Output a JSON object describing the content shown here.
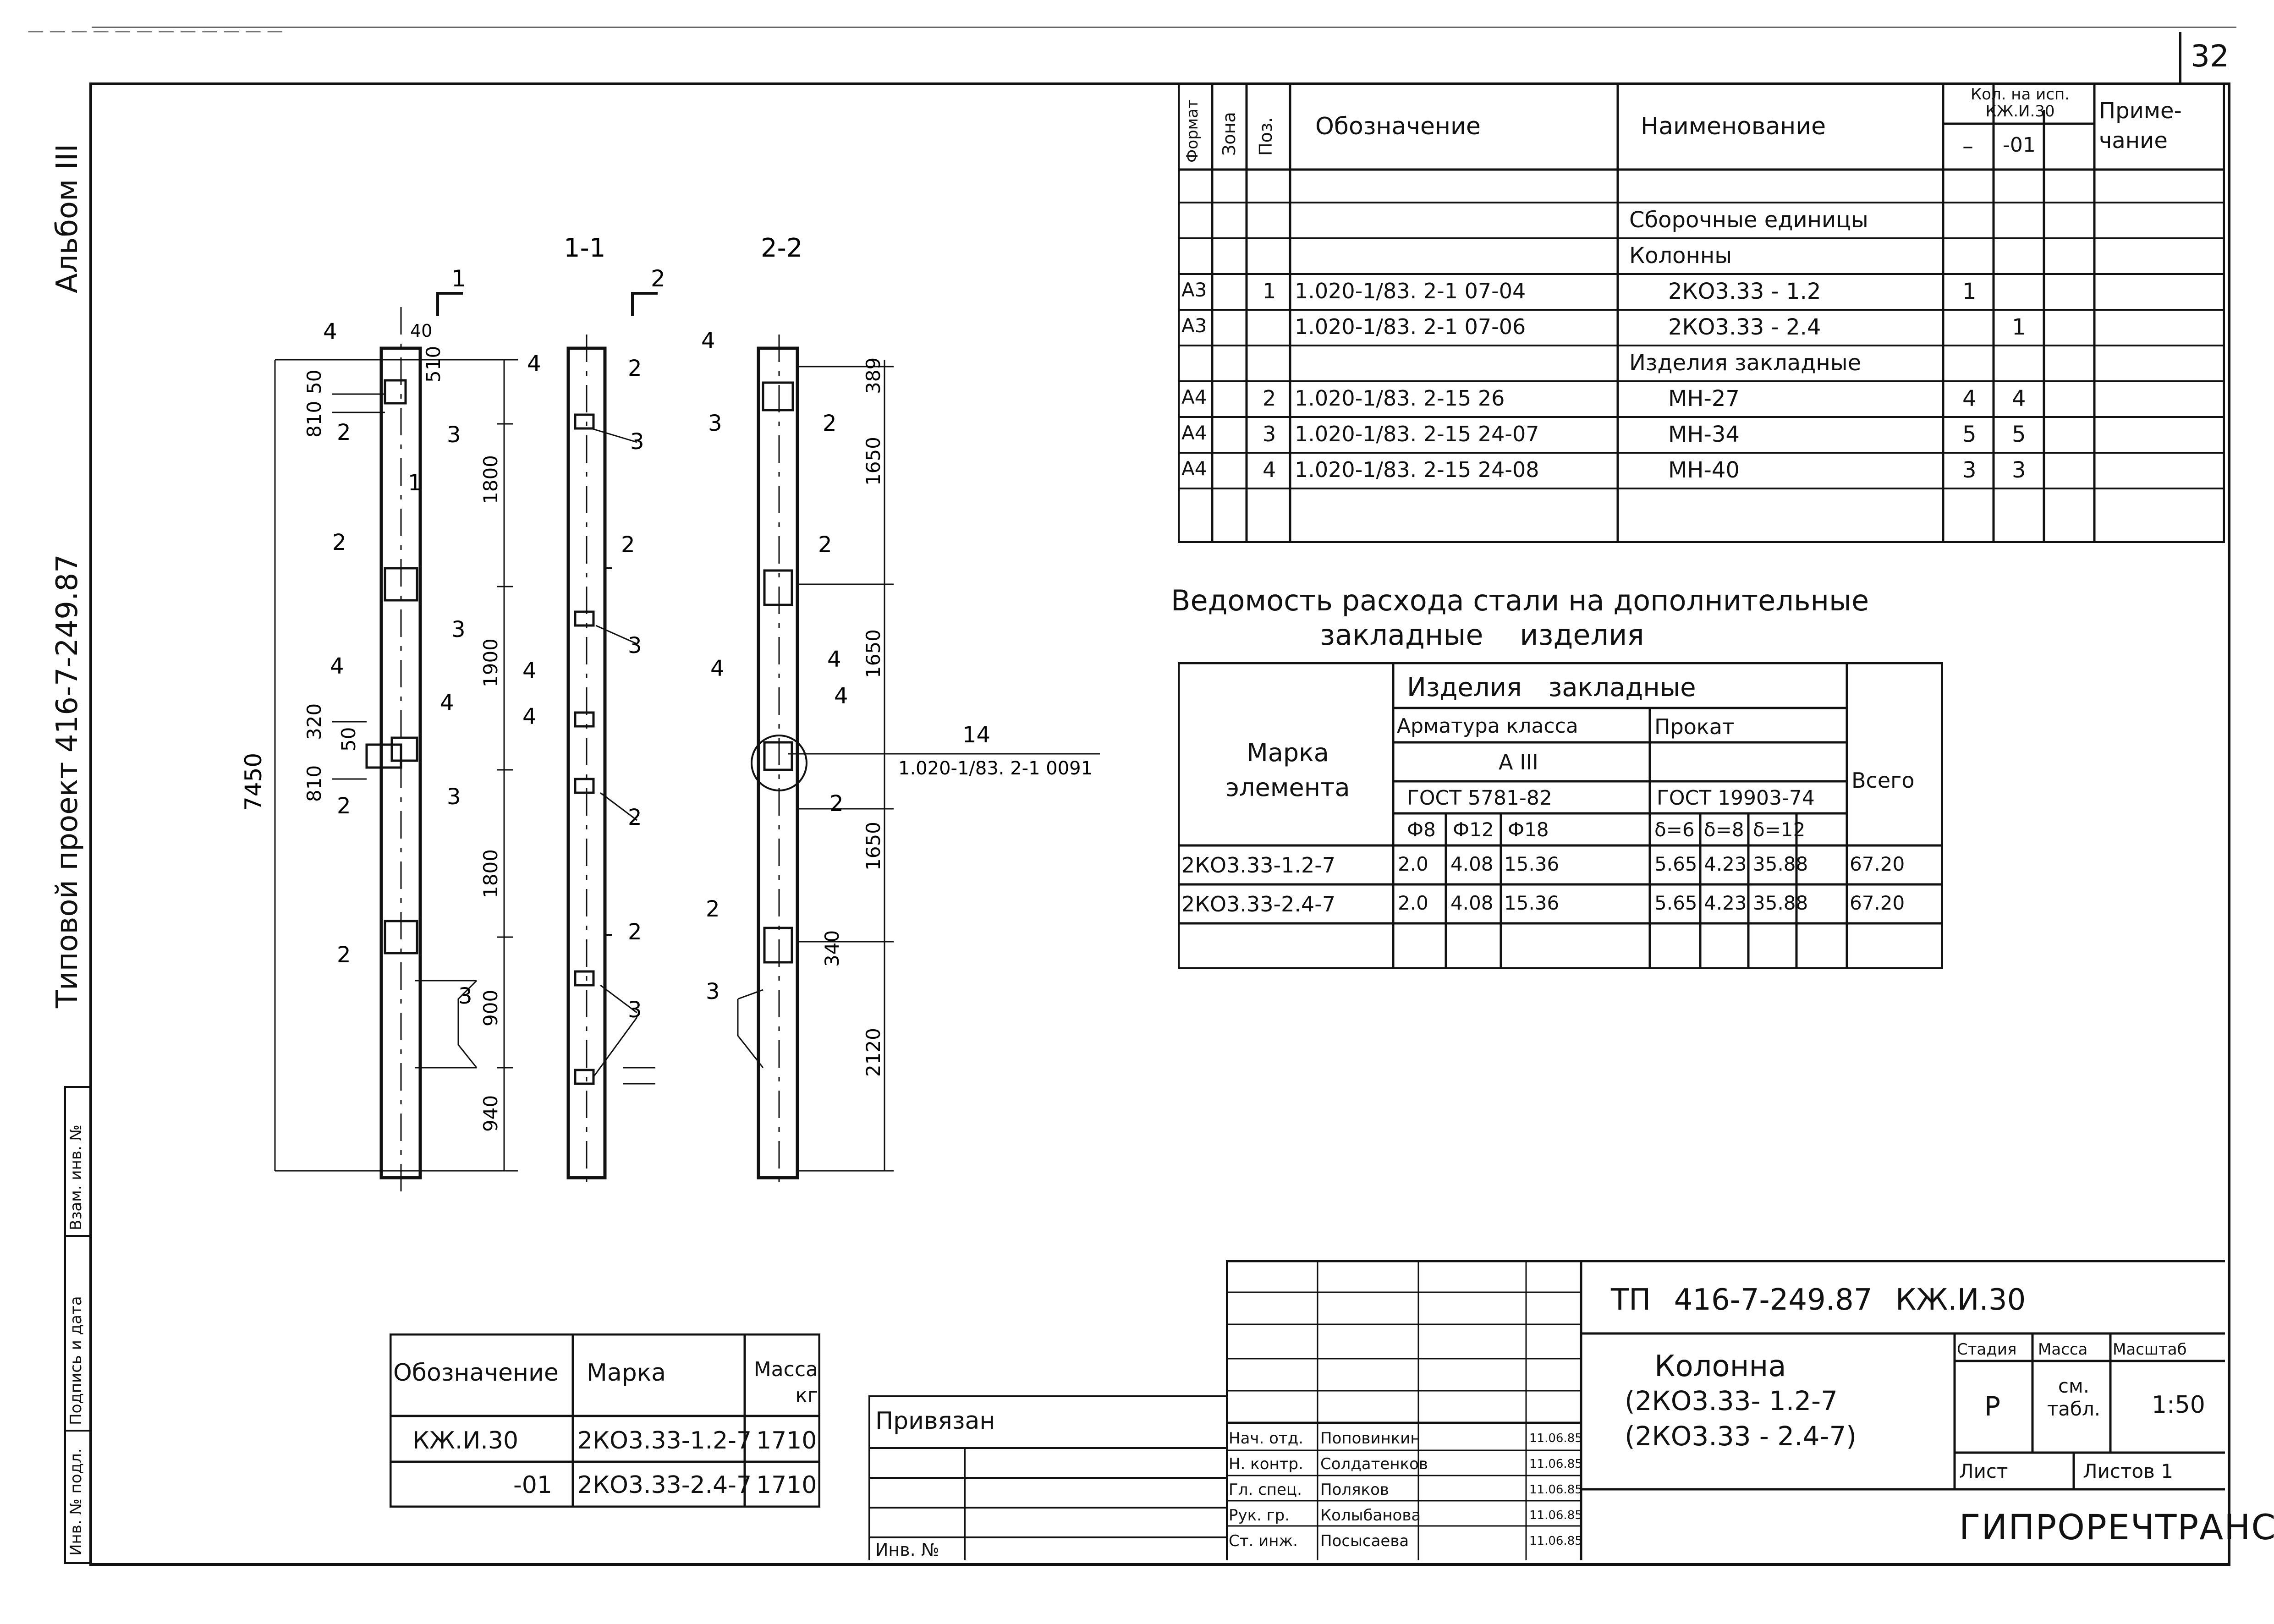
{
  "sheet": {
    "page_number": "32",
    "side_label_album": "Альбом III",
    "side_label_project": "Типовой проект 416-7-249.87",
    "stamp_fields": [
      "Инв. № подл.",
      "Подпись и дата",
      "Взам. инв. №"
    ],
    "header_line": "— — — — — — — — — — — —"
  },
  "spec_table": {
    "headers": {
      "format": "Формат",
      "zone": "Зона",
      "pos": "Поз.",
      "designation": "Обозначение",
      "name": "Наименование",
      "qty_top": "Кол. на исп. КЖ.И.30",
      "qty_a": "–",
      "qty_b": "-01",
      "note": "Приме-чание"
    },
    "rows": [
      {
        "format": "",
        "zone": "",
        "pos": "",
        "designation": "",
        "name": "",
        "qa": "",
        "qb": ""
      },
      {
        "format": "",
        "zone": "",
        "pos": "",
        "designation": "",
        "name": "Сборочные единицы",
        "qa": "",
        "qb": ""
      },
      {
        "format": "",
        "zone": "",
        "pos": "",
        "designation": "",
        "name": "Колонны",
        "qa": "",
        "qb": ""
      },
      {
        "format": "А3",
        "zone": "",
        "pos": "1",
        "designation": "1.020-1/83. 2-1 07-04",
        "name": "2КО3.33 - 1.2",
        "qa": "1",
        "qb": ""
      },
      {
        "format": "А3",
        "zone": "",
        "pos": "",
        "designation": "1.020-1/83. 2-1 07-06",
        "name": "2КО3.33 - 2.4",
        "qa": "",
        "qb": "1"
      },
      {
        "format": "",
        "zone": "",
        "pos": "",
        "designation": "",
        "name": "Изделия закладные",
        "qa": "",
        "qb": ""
      },
      {
        "format": "А4",
        "zone": "",
        "pos": "2",
        "designation": "1.020-1/83. 2-15 26",
        "name": "МН-27",
        "qa": "4",
        "qb": "4"
      },
      {
        "format": "А4",
        "zone": "",
        "pos": "3",
        "designation": "1.020-1/83. 2-15 24-07",
        "name": "МН-34",
        "qa": "5",
        "qb": "5"
      },
      {
        "format": "А4",
        "zone": "",
        "pos": "4",
        "designation": "1.020-1/83. 2-15 24-08",
        "name": "МН-40",
        "qa": "3",
        "qb": "3"
      },
      {
        "format": "",
        "zone": "",
        "pos": "",
        "designation": "",
        "name": "",
        "qa": "",
        "qb": ""
      }
    ]
  },
  "steel": {
    "title_line1": "Ведомость расхода стали на дополнительные",
    "title_line2": "закладные изделия",
    "col_mark": "Марка элемента",
    "col_items": "Изделия закладные",
    "col_rebar": "Арматура класса",
    "col_rebar_class": "А III",
    "col_rebar_gost": "ГОСТ 5781-82",
    "col_rolled": "Прокат",
    "col_rolled_gost": "ГОСТ 19903-74",
    "col_total": "Всего",
    "sub": [
      "Ф8",
      "Ф12",
      "Ф18",
      "δ=6",
      "δ=8",
      "δ=12"
    ],
    "rows": [
      {
        "mark": "2КО3.33-1.2-7",
        "v": [
          "2.0",
          "4.08",
          "15.36",
          "5.65",
          "4.23",
          "35.88",
          "67.20"
        ]
      },
      {
        "mark": "2КО3.33-2.4-7",
        "v": [
          "2.0",
          "4.08",
          "15.36",
          "5.65",
          "4.23",
          "35.88",
          "67.20"
        ]
      }
    ]
  },
  "mass_table": {
    "headers": {
      "designation": "Обозначение",
      "mark": "Марка",
      "mass": "Масса кг"
    },
    "rows": [
      {
        "designation": "КЖ.И.30",
        "mark": "2КО3.33-1.2-7",
        "mass": "1710"
      },
      {
        "designation": "-01",
        "mark": "2КО3.33-2.4-7",
        "mass": "1710"
      }
    ]
  },
  "bind_block": {
    "privyazan": "Привязан",
    "inv": "Инв. №"
  },
  "title_block": {
    "code": "ТП 416-7-249.87 КЖ.И.30",
    "name_line1": "Колонна",
    "name_line2": "(2КО3.33- 1.2-7",
    "name_line3": "(2КО3.33 - 2.4-7)",
    "stage_h": "Стадия",
    "mass_h": "Масса",
    "scale_h": "Масштаб",
    "stage": "Р",
    "mass": "см. табл.",
    "scale": "1:50",
    "sheet_h": "Лист",
    "sheets_h": "Листов 1",
    "org": "ГИПРОРЕЧТРАНС",
    "people": [
      {
        "role": "Нач. отд.",
        "name": "Поповинкин",
        "date": "11.06.85"
      },
      {
        "role": "Н. контр.",
        "name": "Солдатенков",
        "date": "11.06.85"
      },
      {
        "role": "Гл. спец.",
        "name": "Поляков",
        "date": "11.06.85"
      },
      {
        "role": "Рук. гр.",
        "name": "Колыбанова",
        "date": "11.06.85"
      },
      {
        "role": "Ст. инж.",
        "name": "Посысаева",
        "date": "11.06.85"
      }
    ]
  },
  "drawing": {
    "view1": "1-1",
    "view2": "2-2",
    "overall_height": "7450",
    "node_ref_num": "14",
    "node_ref_code": "1.020-1/83. 2-1 0091",
    "col1_dims": [
      "40",
      "50",
      "510",
      "810",
      "1800",
      "1900",
      "320",
      "50",
      "810",
      "1800",
      "900",
      "940"
    ],
    "col3_dims": [
      "389",
      "1650",
      "1650",
      "1650",
      "340",
      "2120"
    ],
    "pos_labels": [
      "1",
      "2",
      "3",
      "4"
    ],
    "section_1": "1",
    "section_2": "2"
  }
}
